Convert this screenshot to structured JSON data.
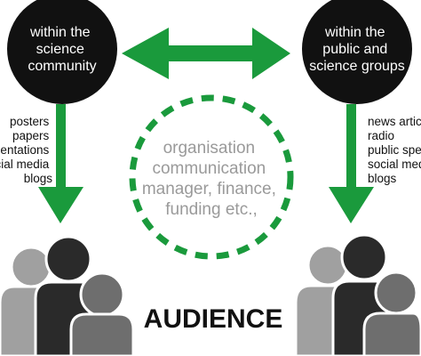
{
  "colors": {
    "arrow_green": "#1a9a3c",
    "node_fill": "#111111",
    "center_text": "#9a9a9a",
    "person_light": "#a0a0a0",
    "person_dark": "#2a2a2a",
    "person_mid": "#6e6e6e"
  },
  "left_node": {
    "lines": [
      "within the",
      "science",
      "community"
    ]
  },
  "right_node": {
    "lines": [
      "within the",
      "public and",
      "science groups"
    ]
  },
  "left_channels": [
    "posters",
    "papers",
    "presentations",
    "social media",
    "blogs"
  ],
  "right_channels": [
    "news articles",
    "radio",
    "public speaking",
    "social media",
    "blogs"
  ],
  "center": {
    "lines": [
      "organisation",
      "communication",
      "manager, finance,",
      "funding etc.,"
    ]
  },
  "audience_label": "AUDIENCE",
  "icons": {
    "left_group": "people-group-icon",
    "right_group": "people-group-icon",
    "double_arrow": "double-arrow-icon",
    "down_arrow": "down-arrow-icon"
  }
}
